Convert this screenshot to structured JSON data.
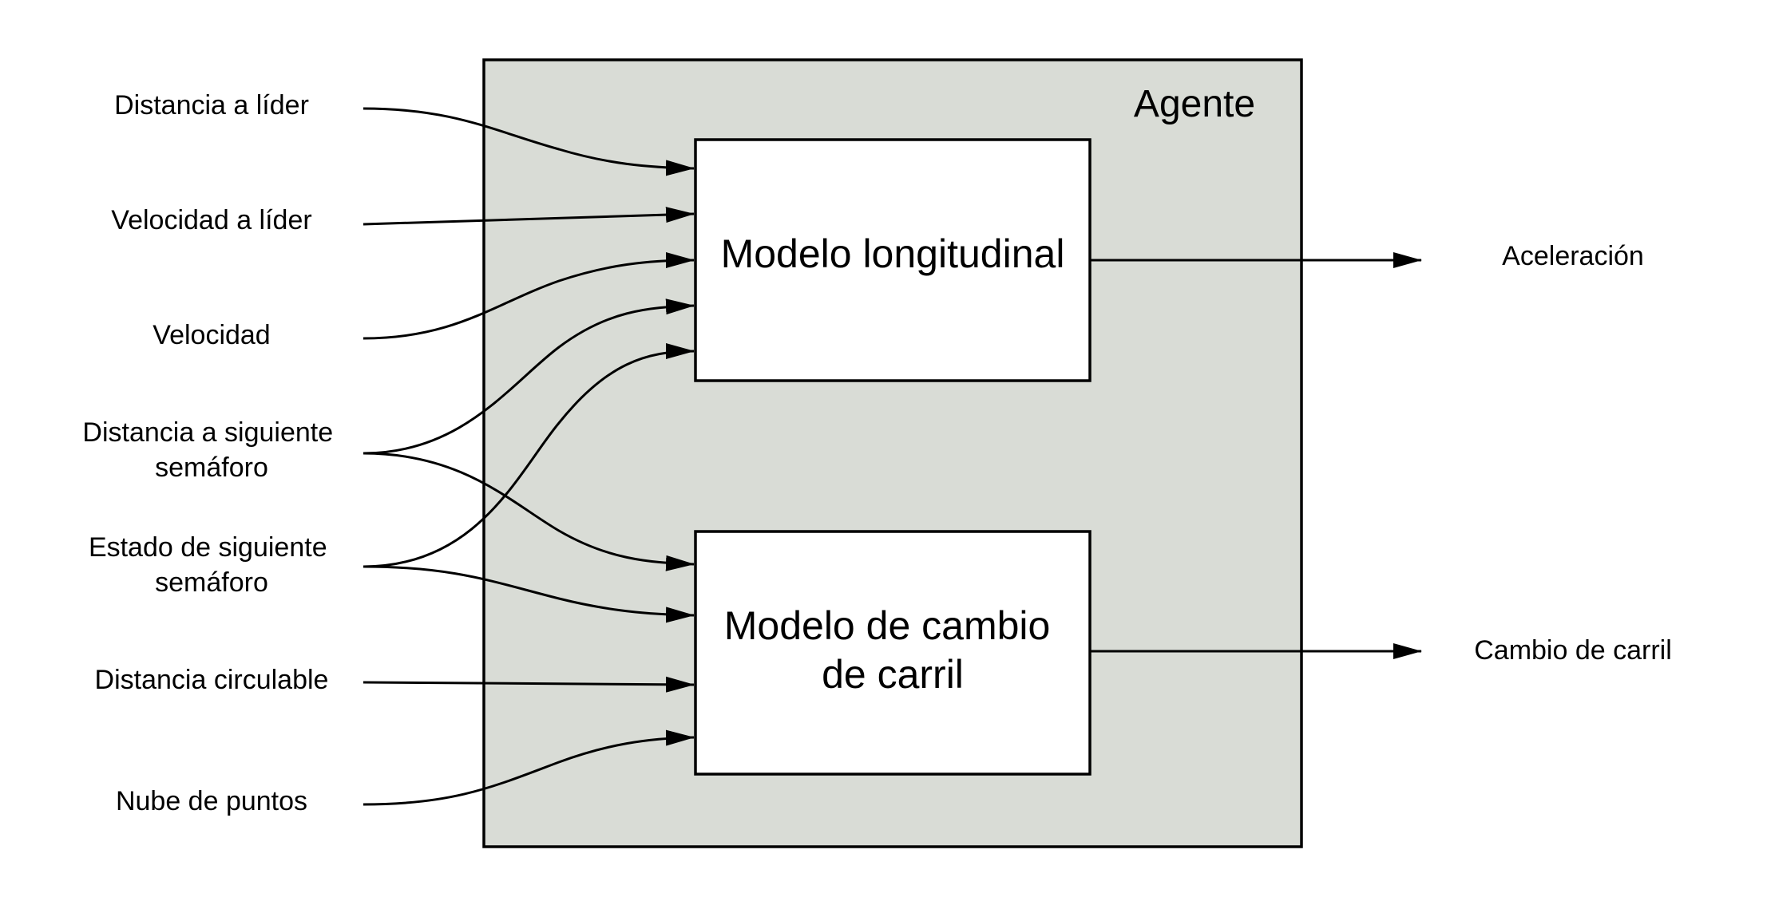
{
  "agent": {
    "title": "Agente"
  },
  "models": {
    "longitudinal": {
      "lines": [
        "Modelo longitudinal"
      ]
    },
    "lane_change": {
      "lines": [
        "Modelo de cambio",
        "de carril"
      ]
    }
  },
  "inputs": {
    "distance_to_leader": [
      "Distancia a líder"
    ],
    "speed_to_leader": [
      "Velocidad a líder"
    ],
    "speed": [
      "Velocidad"
    ],
    "distance_to_next_light": [
      "Distancia a siguiente",
      "semáforo"
    ],
    "state_of_next_light": [
      "Estado de siguiente",
      "semáforo"
    ],
    "drivable_distance": [
      "Distancia circulable"
    ],
    "point_cloud": [
      "Nube de puntos"
    ]
  },
  "outputs": {
    "acceleration": [
      "Aceleración"
    ],
    "lane_change": [
      "Cambio de carril"
    ]
  }
}
